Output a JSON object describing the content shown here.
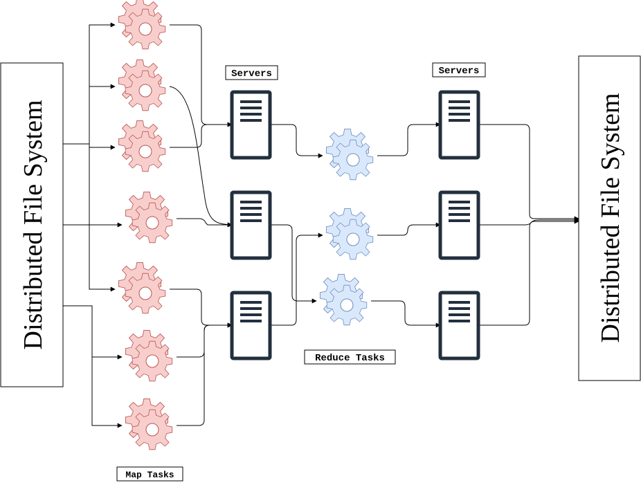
{
  "diagram": {
    "left_storage": {
      "label": "Distributed File System"
    },
    "right_storage": {
      "label": "Distributed File System"
    },
    "labels": {
      "servers_left": "Servers",
      "servers_right": "Servers",
      "reduce_tasks": "Reduce Tasks",
      "map_tasks": "Map Tasks"
    },
    "colors": {
      "map_gear_fill": "#f8cecc",
      "map_gear_stroke": "#b85450",
      "reduce_gear_fill": "#dae8fc",
      "reduce_gear_stroke": "#6c8ebf",
      "server_stroke": "#232f3e",
      "edge": "#000000"
    },
    "icons": {
      "map_task": "gear-icon",
      "reduce_task": "gear-icon",
      "server": "server-icon"
    }
  }
}
